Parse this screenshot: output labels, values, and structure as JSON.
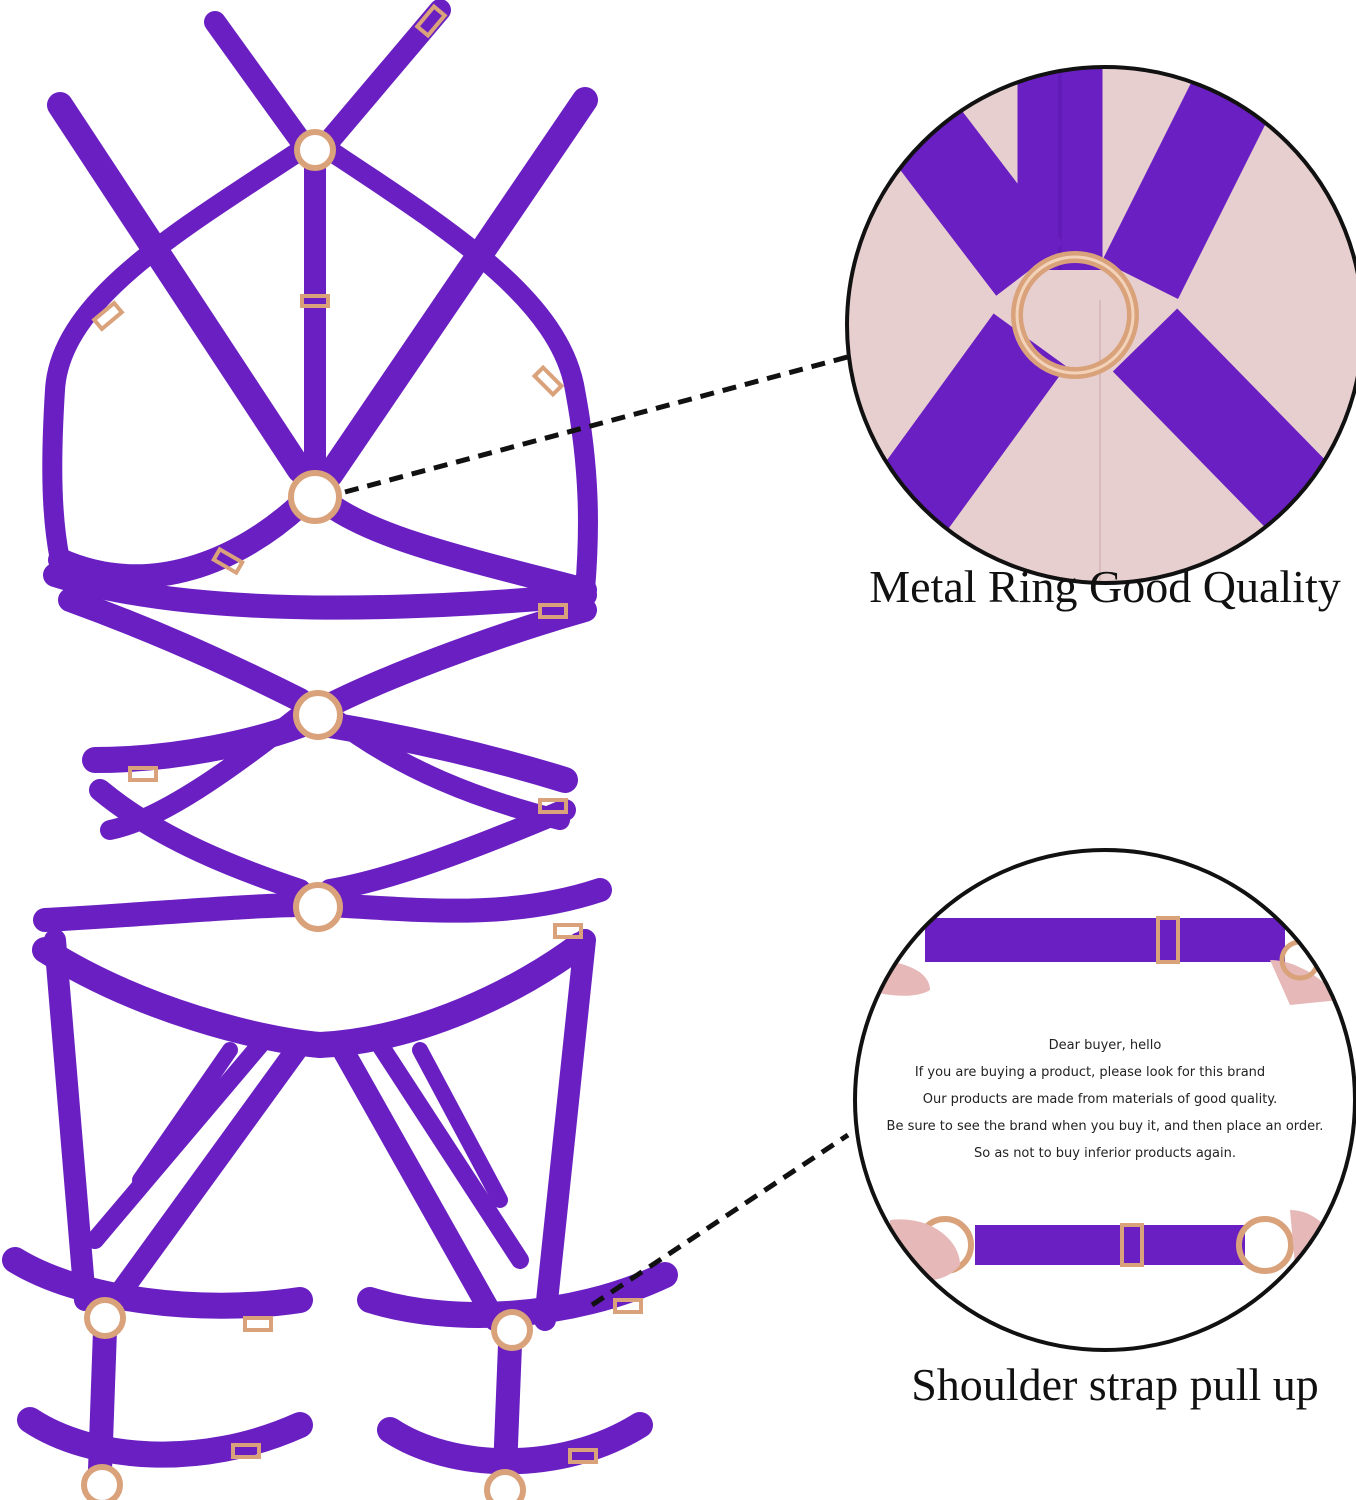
{
  "captions": {
    "ring": "Metal Ring Good Quality",
    "strap": "Shoulder strap pull up"
  },
  "note_lines": [
    "Dear buyer, hello",
    "If you are buying a product, please look for this brand",
    "Our products are made from materials of good quality.",
    "Be sure to see the brand when you buy it, and then place an order.",
    "So as not to buy inferior products again."
  ],
  "colors": {
    "strap": "#6a1fc2",
    "strap_dark": "#4e1394",
    "ring": "#d9a27a",
    "skin": "#e8cfcf",
    "background": "#ffffff",
    "leader": "#111111"
  }
}
